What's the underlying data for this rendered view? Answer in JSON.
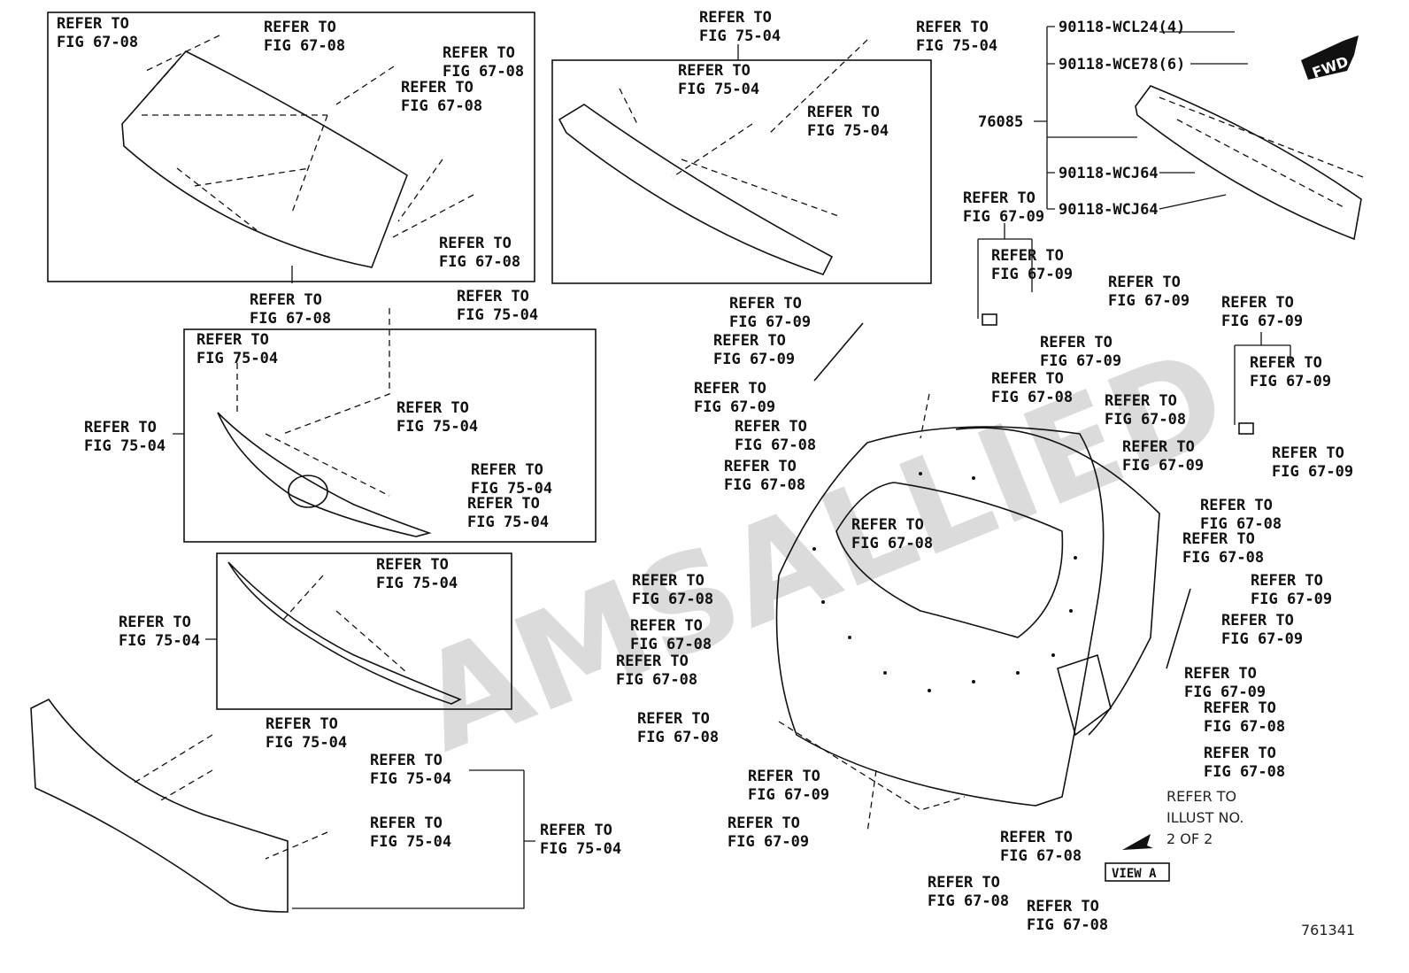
{
  "watermark": "AMSALLIED",
  "figure_number": "761341",
  "fwd_badge": "FWD",
  "part_numbers": {
    "assembly": "76085",
    "p1": "90118-WCL24(4)",
    "p2": "90118-WCE78(6)",
    "p3": "90118-WCJ64",
    "p4": "90118-WCJ64"
  },
  "refer_text": "REFER TO",
  "figs": {
    "f6708": "FIG 67-08",
    "f6709": "FIG 67-09",
    "f7504": "FIG 75-04"
  },
  "illust_note": {
    "l1": "REFER TO",
    "l2": "ILLUST NO.",
    "l3": "2 OF 2"
  },
  "view_a": "VIEW A"
}
